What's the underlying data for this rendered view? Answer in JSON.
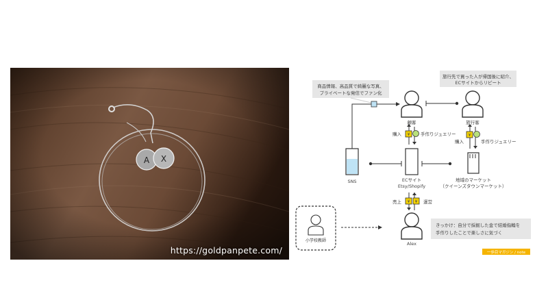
{
  "photo": {
    "watermark": "https://goldpanpete.com/",
    "pendant_letters": [
      "A",
      "X"
    ]
  },
  "diagram": {
    "note_top_left": [
      "商品情報、高品質で綺麗な写真、",
      "プライベートな発信でファン化"
    ],
    "note_top_right": [
      "旅行先で買った人が帰国後に紹介、",
      "ECサイトからリピート"
    ],
    "note_bottom_right": [
      "きっかけ：自分で採掘した金で結婚指輪を",
      "手作りしたことで楽しさに気づく"
    ],
    "nodes": {
      "customer": "顧客",
      "traveler": "旅行客",
      "sns": "SNS",
      "ec": [
        "ECサイト",
        "Etsy/Shopify"
      ],
      "market": [
        "地域のマーケット",
        "（クイーンズタウンマーケット）"
      ],
      "teacher": "小学校教師",
      "alex": "Alex"
    },
    "edge_labels": {
      "purchase_1": "購入",
      "handmade_1": "手作りジュエリー",
      "purchase_2": "購入",
      "handmade_2": "手作りジュエリー",
      "sales": "売上",
      "operation": "運営"
    },
    "credit": "一歩目マガジン / note",
    "colors": {
      "accent_yellow": "#f5d300",
      "accent_green": "#b8e07a",
      "note_bg": "#e6e6e6",
      "water_blue": "#bfe3f5"
    }
  }
}
